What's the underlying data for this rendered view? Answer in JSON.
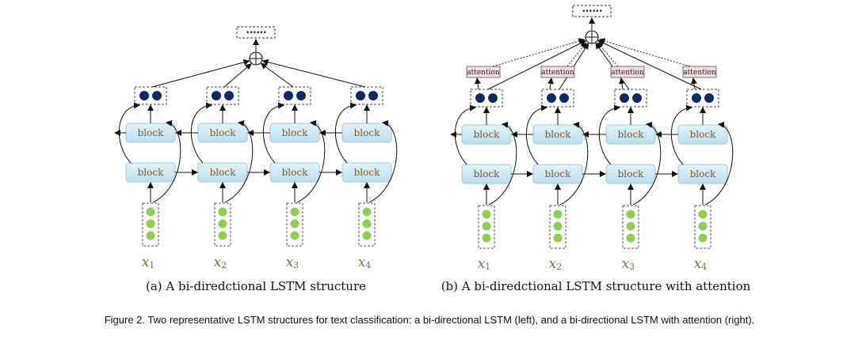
{
  "diagrams": [
    {
      "caption": "(a) A bi-diredctional LSTM structure",
      "block_label": "block",
      "inputs": [
        {
          "var": "x",
          "sub": "1"
        },
        {
          "var": "x",
          "sub": "2"
        },
        {
          "var": "x",
          "sub": "3"
        },
        {
          "var": "x",
          "sub": "4"
        }
      ],
      "combine_symbol": "⊕",
      "output_glyph": "••••••",
      "attention": false
    },
    {
      "caption": "(b) A bi-diredctional LSTM structure with attention",
      "block_label": "block",
      "attention_label": "attention",
      "inputs": [
        {
          "var": "x",
          "sub": "1"
        },
        {
          "var": "x",
          "sub": "2"
        },
        {
          "var": "x",
          "sub": "3"
        },
        {
          "var": "x",
          "sub": "4"
        }
      ],
      "combine_symbol": "⊕",
      "output_glyph": "••••••",
      "attention": true
    }
  ],
  "figure_caption": "Figure 2. Two representative LSTM structures for text classification: a bi-directional LSTM (left), and a bi-directional LSTM with attention (right).",
  "colors": {
    "block_fill": "#cde7f2",
    "block_stroke": "#9cc8dc",
    "block_text": "#8a5a1e",
    "input_dot": "#8fd14f",
    "hidden_dot": "#0d2a66",
    "attention_fill": "#f4dede",
    "label_brown": "#8a6a3a"
  }
}
